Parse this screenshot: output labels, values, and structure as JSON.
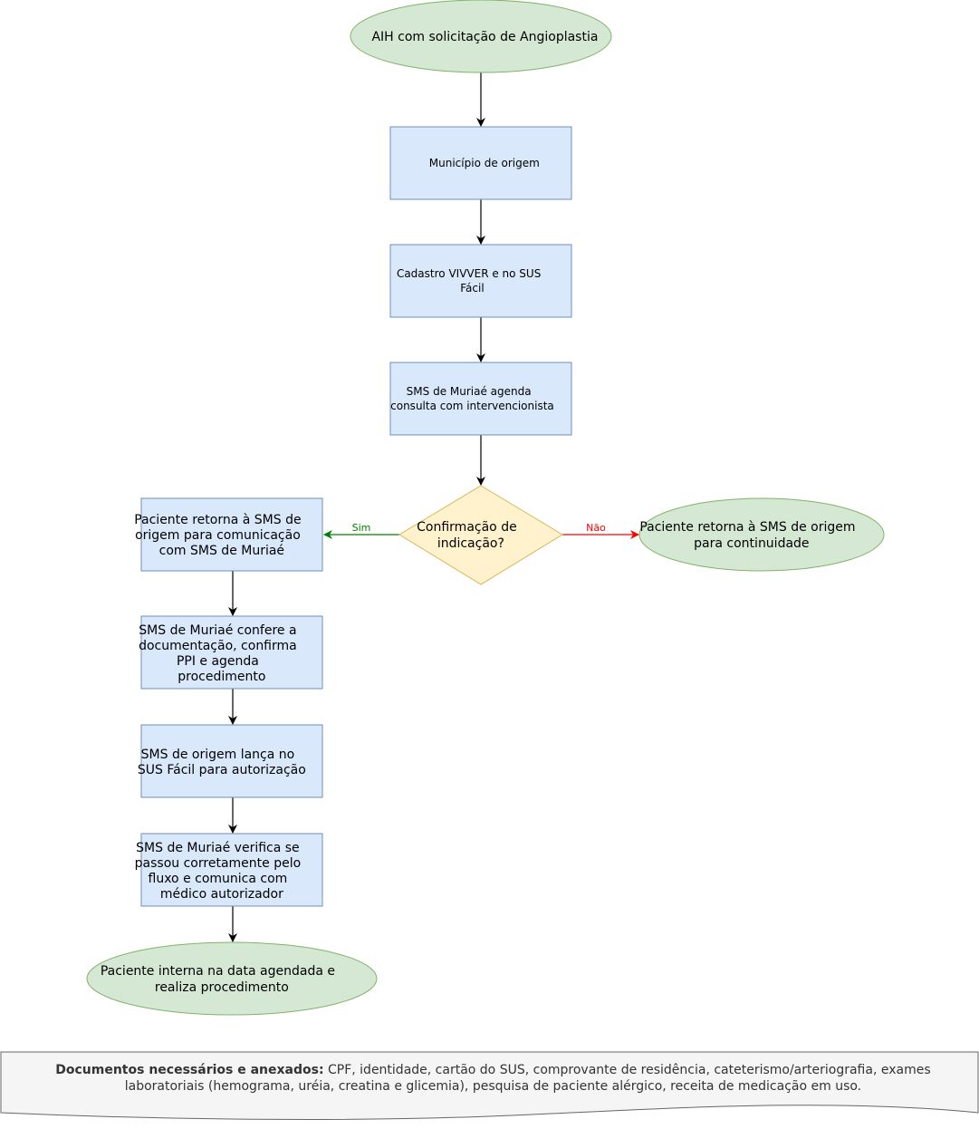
{
  "diagram": {
    "nodes": {
      "start": {
        "lines": [
          "AIH com solicitação de Angioplastia"
        ]
      },
      "municipio": {
        "lines": [
          "Município de origem"
        ]
      },
      "cadastro": {
        "lines": [
          "Cadastro VIVVER e no SUS",
          "Fácil"
        ]
      },
      "agenda": {
        "lines": [
          "SMS de Muriaé agenda",
          "consulta com intervencionista"
        ]
      },
      "decision": {
        "lines": [
          "Confirmação de",
          "indicação?"
        ]
      },
      "retorna_continuidade": {
        "lines": [
          "Paciente retorna à SMS de origem",
          "para continuidade"
        ]
      },
      "retorna_comunicacao": {
        "lines": [
          "Paciente retorna à SMS de",
          "origem para comunicação",
          "com SMS de Muriaé"
        ]
      },
      "confere": {
        "lines": [
          "SMS de Muriaé confere a",
          "documentação, confirma",
          "PPI e agenda",
          "procedimento"
        ]
      },
      "lanca": {
        "lines": [
          "SMS de origem lança no",
          "SUS Fácil para autorização"
        ]
      },
      "verifica": {
        "lines": [
          "SMS de Muriaé verifica se",
          "passou corretamente pelo",
          "fluxo e comunica com",
          "médico autorizador"
        ]
      },
      "interna": {
        "lines": [
          "Paciente interna na data agendada e",
          "realiza procedimento"
        ]
      }
    },
    "edges": {
      "sim": "Sim",
      "nao": "Não"
    },
    "documents": {
      "label": "Documentos necessários e anexados:",
      "line1": " CPF, identidade, cartão do SUS, comprovante de residência, cateterismo/arteriografia, exames",
      "line2": "laboratoriais (hemograma, uréia, creatina e glicemia), pesquisa de paciente alérgico, receita de medicação em uso."
    },
    "colors": {
      "terminal_fill": "#d5e8d4",
      "terminal_stroke": "#82b366",
      "process_fill": "#dae8fc",
      "process_stroke": "#6c8ebf",
      "decision_fill": "#fff2cc",
      "decision_stroke": "#d6b656",
      "yes_color": "#008000",
      "no_color": "#ff0000",
      "doc_fill": "#f5f5f5",
      "doc_stroke": "#666666"
    }
  }
}
